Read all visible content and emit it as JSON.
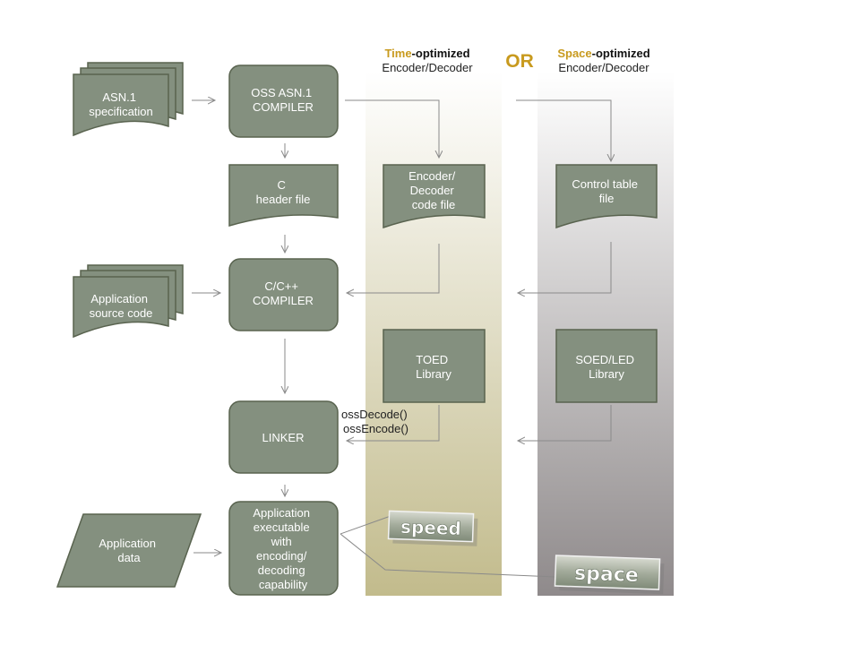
{
  "colors": {
    "node_fill": "#84907f",
    "node_stroke": "#59634f",
    "accent": "#c89a1e",
    "arrow": "#8a8a8a",
    "time_band_top": "#fbfaf1",
    "time_band_bottom": "#c2bb8c",
    "space_band_top": "#ffffff",
    "space_band_bottom": "#8f8a8b"
  },
  "headers": {
    "time": {
      "highlight": "Time",
      "rest": "-optimized",
      "sub": "Encoder/Decoder"
    },
    "or": "OR",
    "space": {
      "highlight": "Space",
      "rest": "-optimized",
      "sub": "Encoder/Decoder"
    }
  },
  "nodes": {
    "asn1_spec": [
      "ASN.1",
      "specification"
    ],
    "oss_compiler": [
      "OSS  ASN.1",
      "COMPILER"
    ],
    "c_header": [
      "C",
      "header file"
    ],
    "app_source": [
      "Application",
      "source code"
    ],
    "c_compiler": [
      "C/C++",
      "COMPILER"
    ],
    "linker": [
      "LINKER"
    ],
    "app_data": [
      "Application",
      "data"
    ],
    "app_exec": [
      "Application",
      "executable",
      "with",
      "encoding/",
      "decoding",
      "capability"
    ],
    "enc_dec_file": [
      "Encoder/",
      "Decoder",
      "code file"
    ],
    "control_table": [
      "Control table",
      "file"
    ],
    "toed_lib": [
      "TOED",
      "Library"
    ],
    "soed_lib": [
      "SOED/LED",
      "Library"
    ]
  },
  "functions": [
    "ossDecode()",
    "ossEncode()"
  ],
  "badges": {
    "speed": "speed",
    "space": "space"
  }
}
